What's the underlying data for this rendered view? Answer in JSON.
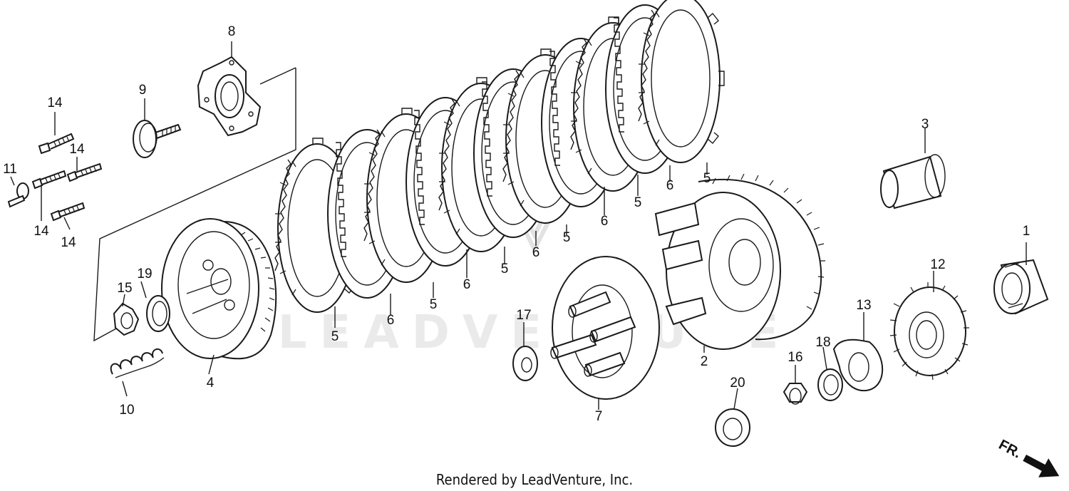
{
  "watermark": "LEADVENTURE",
  "footer": "Rendered by LeadVenture, Inc.",
  "direction_label": "FR.",
  "callouts": [
    "1",
    "2",
    "3",
    "4",
    "5",
    "5",
    "5",
    "5",
    "5",
    "5",
    "6",
    "6",
    "6",
    "6",
    "6",
    "7",
    "8",
    "9",
    "10",
    "11",
    "12",
    "13",
    "14",
    "14",
    "14",
    "14",
    "15",
    "16",
    "17",
    "18",
    "19",
    "20"
  ]
}
